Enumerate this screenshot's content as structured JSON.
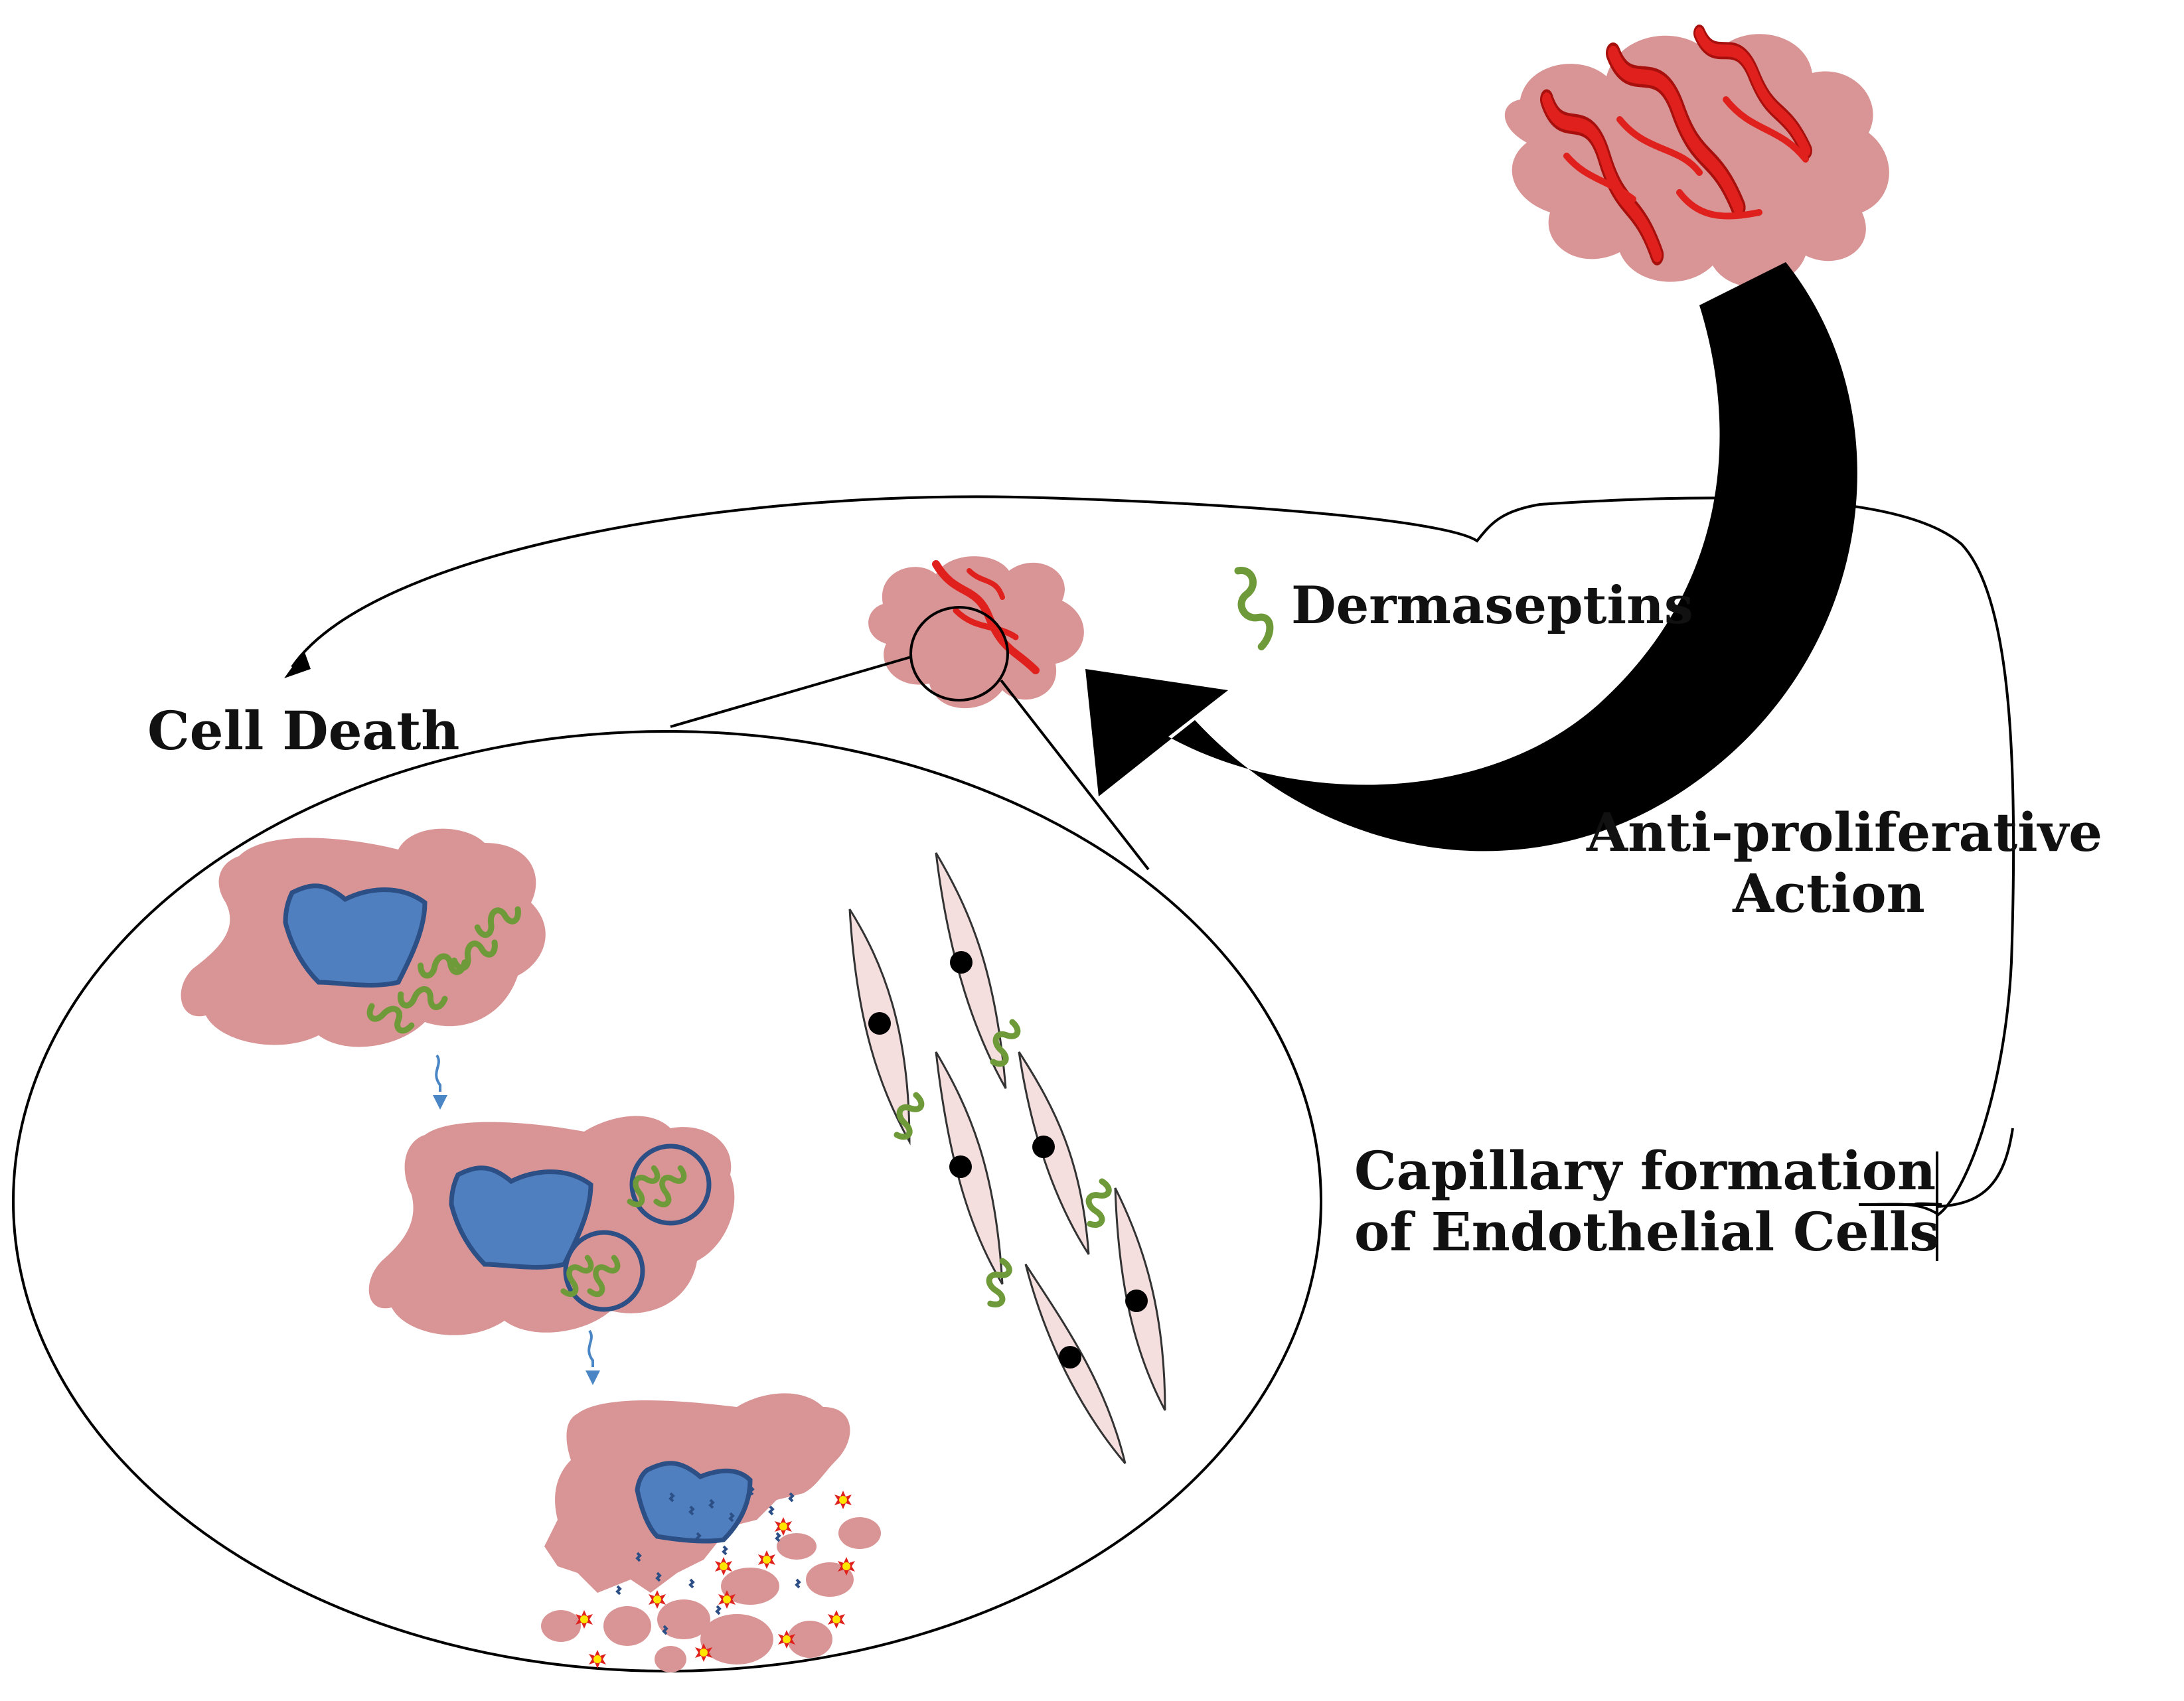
{
  "labels": {
    "dermaseptins": "Dermaseptins",
    "cell_death": "Cell Death",
    "anti_proliferative_line1": "Anti-proliferative",
    "anti_proliferative_line2": "Action",
    "capillary_line1": "Capillary formation",
    "capillary_line2": "of Endothelial Cells"
  },
  "colors": {
    "tumor_pink": "#d99595",
    "vessel_red": "#e0201c",
    "vessel_dark": "#a8100e",
    "nucleus_blue": "#4f7fbf",
    "nucleus_border": "#2c4f86",
    "peptide_green": "#6f9a3a",
    "endothelial_fill": "#f4dede",
    "arrow_black": "#000000",
    "flow_blue": "#4a86c5",
    "burst_yellow": "#ffe600",
    "burst_red": "#e0201c"
  },
  "icons": {
    "peptide": "dermaseptin-peptide-icon",
    "tumor": "tumor-mass-icon",
    "endothelial": "endothelial-cell-icon"
  }
}
